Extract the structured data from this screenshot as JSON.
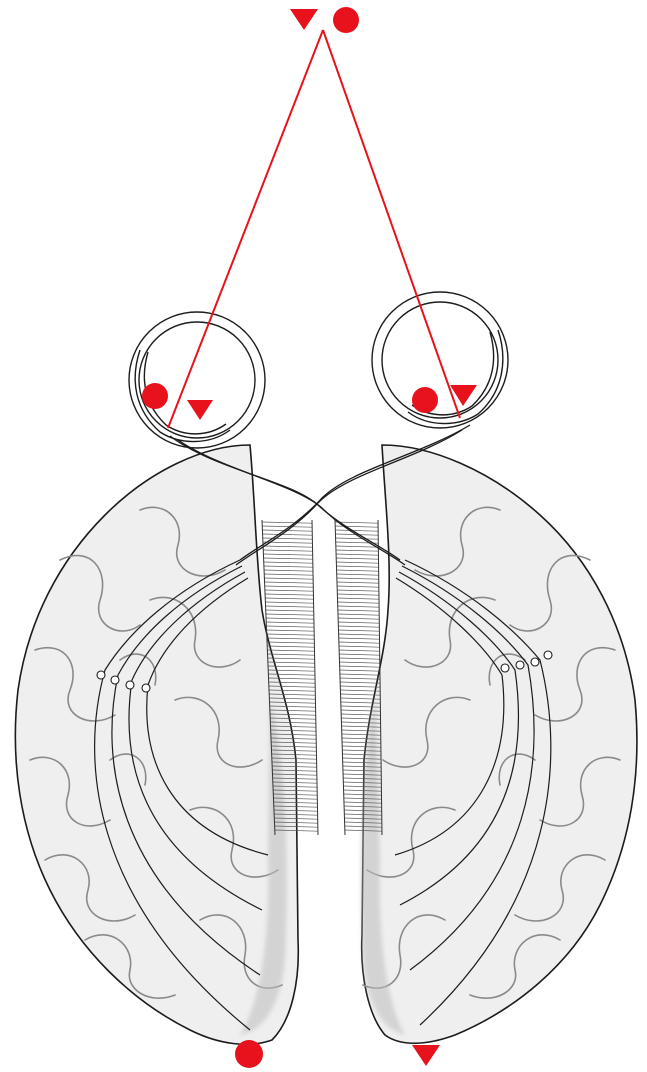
{
  "figure": {
    "colors": {
      "background": "#ffffff",
      "stimulus": "#e8121c",
      "ink": "#1c1c1c",
      "cortex_fill": "#efefef",
      "cortex_shade": "#cfcfcf",
      "fold_line": "#8a8a8a"
    },
    "markers": {
      "stimulus": [
        "triangle",
        "circle"
      ],
      "left_eye": [
        "circle",
        "triangle"
      ],
      "right_eye": [
        "circle",
        "triangle"
      ],
      "left_cortex": [
        "circle"
      ],
      "right_cortex": [
        "triangle"
      ]
    },
    "structures": [
      "left-eye",
      "right-eye",
      "optic-nerves",
      "optic-chiasm",
      "corpus-callosum",
      "left-hemisphere",
      "right-hemisphere",
      "visual-pathways"
    ],
    "icons": [
      "triangle-marker-icon",
      "circle-marker-icon"
    ]
  }
}
